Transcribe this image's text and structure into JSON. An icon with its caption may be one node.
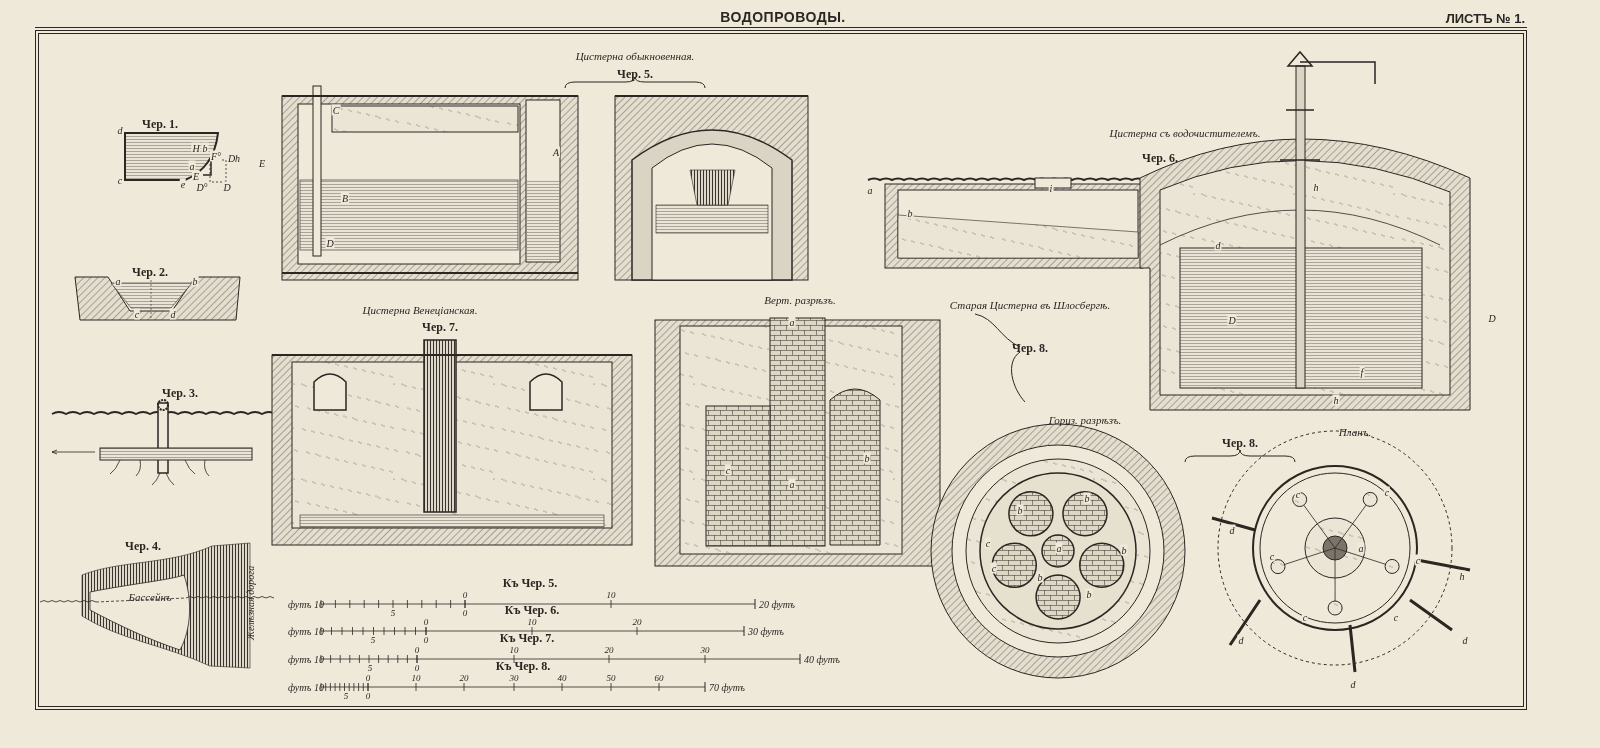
{
  "diagram": {
    "title": "ВОДОПРОВОДЫ.",
    "labels": [
      "ЛИСТЪ № 1.",
      "Цистерна обыкновенная.",
      "Чер. 5.",
      "Чер. 1.",
      "Цистерна съ водочистителемъ.",
      "Чер. 6.",
      "Чер. 2.",
      "Верт. разрѣзъ.",
      "Старая Цистерна въ Шлосбергѣ.",
      "Цистерна Венеціанская.",
      "Чер. 7.",
      "Чер. 8.",
      "Чер. 3.",
      "Гориз. разрѣзъ.",
      "Планъ.",
      "Чер. 8.",
      "Чер. 4.",
      "Бассейнъ",
      "Желѣзная дорога",
      "Къ Чер. 5.",
      "футъ 10",
      "0",
      "10",
      "20 футъ",
      "5",
      "0",
      "Къ Чер. 6.",
      "футъ 10",
      "0",
      "10",
      "20",
      "30 футъ",
      "5",
      "0",
      "Къ Чер. 7.",
      "футъ 10",
      "0",
      "10",
      "20",
      "30",
      "40 футъ",
      "5",
      "0",
      "Къ Чер. 8.",
      "футъ 10",
      "0",
      "10",
      "20",
      "30",
      "40",
      "50",
      "60",
      "70 футъ",
      "5",
      "0",
      "d",
      "c",
      "e",
      "H",
      "b",
      "a",
      "F°",
      "Dh",
      "E",
      "D°",
      "D",
      "a",
      "b",
      "c",
      "d",
      "E",
      "C",
      "B",
      "D",
      "A",
      "a",
      "b",
      "i",
      "h",
      "d",
      "D",
      "D",
      "f",
      "h",
      "a",
      "c",
      "b",
      "a",
      "b",
      "b",
      "a",
      "b",
      "b",
      "b",
      "c",
      "c",
      "a",
      "c",
      "c",
      "c",
      "c",
      "c",
      "c",
      "d",
      "d",
      "d",
      "d",
      "h"
    ]
  }
}
